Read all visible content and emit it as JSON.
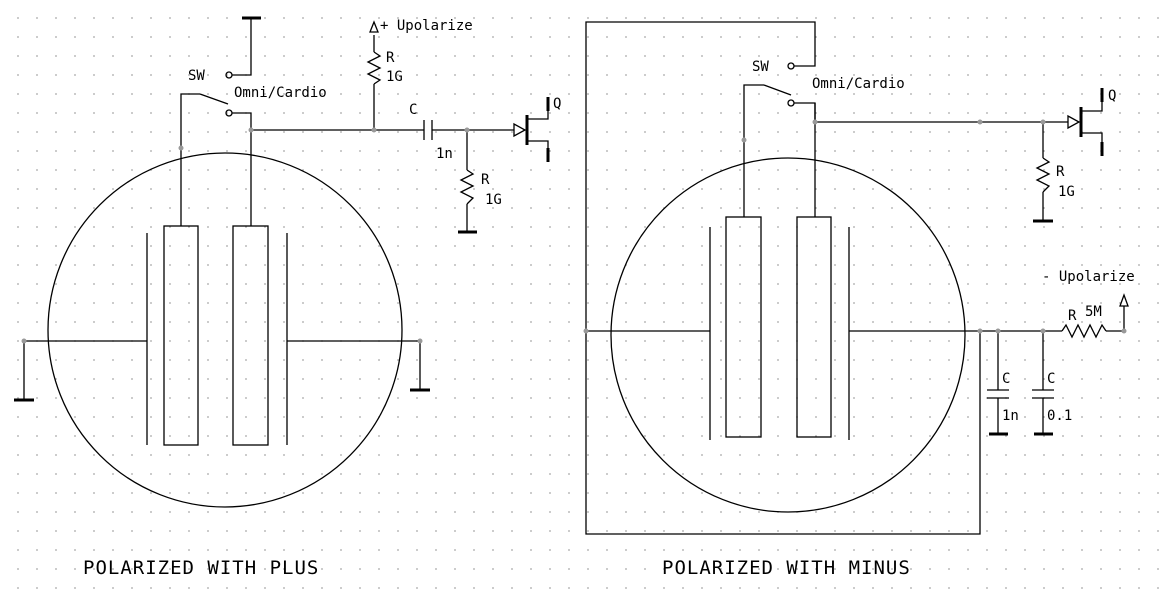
{
  "left": {
    "caption": "POLARIZED WITH PLUS",
    "switch_label": "SW",
    "switch_mode": "Omni/Cardio",
    "supply_label": "+ Upolarize",
    "bias_resistor": {
      "name": "R",
      "value": "1G"
    },
    "coupling_cap": {
      "name": "C",
      "value": "1n"
    },
    "gate_resistor": {
      "name": "R",
      "value": "1G"
    },
    "transistor": "Q"
  },
  "right": {
    "caption": "POLARIZED WITH MINUS",
    "switch_label": "SW",
    "switch_mode": "Omni/Cardio",
    "supply_label": "- Upolarize",
    "gate_resistor": {
      "name": "R",
      "value": "1G"
    },
    "series_resistor": {
      "name": "R",
      "value": "5M"
    },
    "cap1": {
      "name": "C",
      "value": "1n"
    },
    "cap2": {
      "name": "C",
      "value": "0.1"
    },
    "transistor": "Q"
  }
}
